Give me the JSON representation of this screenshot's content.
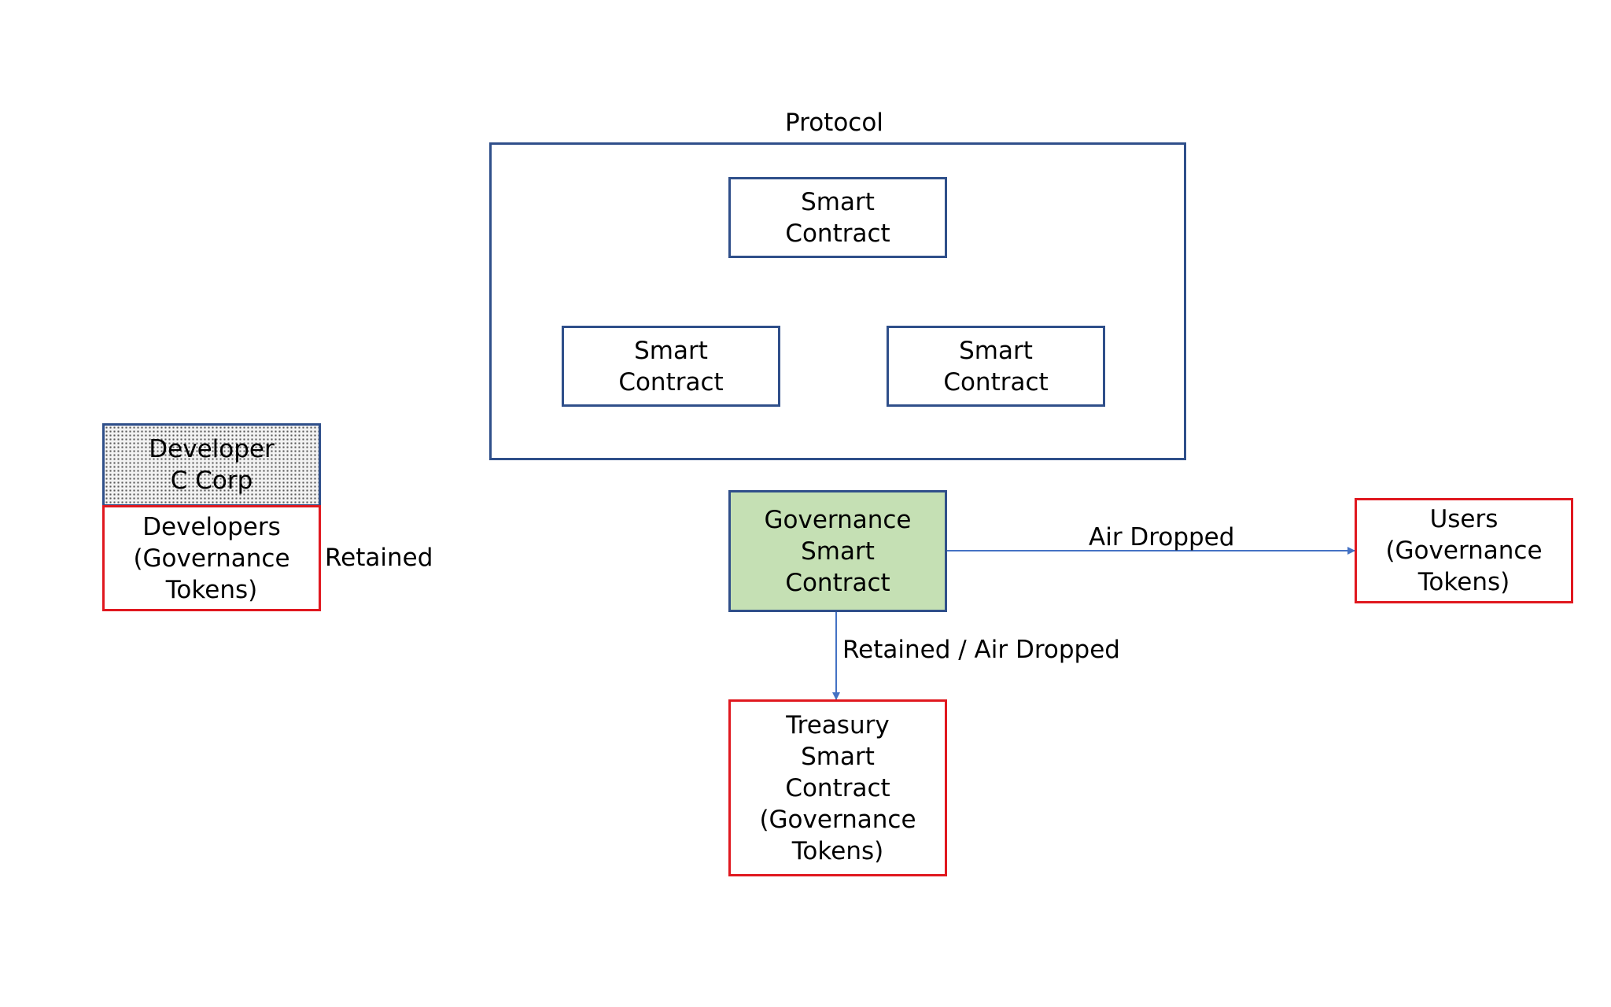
{
  "protocol": {
    "title": "Protocol",
    "contracts": [
      {
        "line1": "Smart",
        "line2": "Contract"
      },
      {
        "line1": "Smart",
        "line2": "Contract"
      },
      {
        "line1": "Smart",
        "line2": "Contract"
      }
    ]
  },
  "developer_corp": {
    "line1": "Developer",
    "line2": "C Corp"
  },
  "developers": {
    "line1": "Developers",
    "line2": "(Governance",
    "line3": "Tokens)"
  },
  "retained_label": "Retained",
  "governance": {
    "line1": "Governance",
    "line2": "Smart",
    "line3": "Contract"
  },
  "airdrop_label": "Air Dropped",
  "users": {
    "line1": "Users",
    "line2": "(Governance",
    "line3": "Tokens)"
  },
  "retained_airdrop_label": "Retained / Air Dropped",
  "treasury": {
    "line1": "Treasury",
    "line2": "Smart",
    "line3": "Contract",
    "line4": "(Governance",
    "line5": "Tokens)"
  },
  "colors": {
    "blue_border": "#2f4f8a",
    "red_border": "#e0181f",
    "governance_fill": "#c5e0b4",
    "arrow": "#4472c4"
  }
}
